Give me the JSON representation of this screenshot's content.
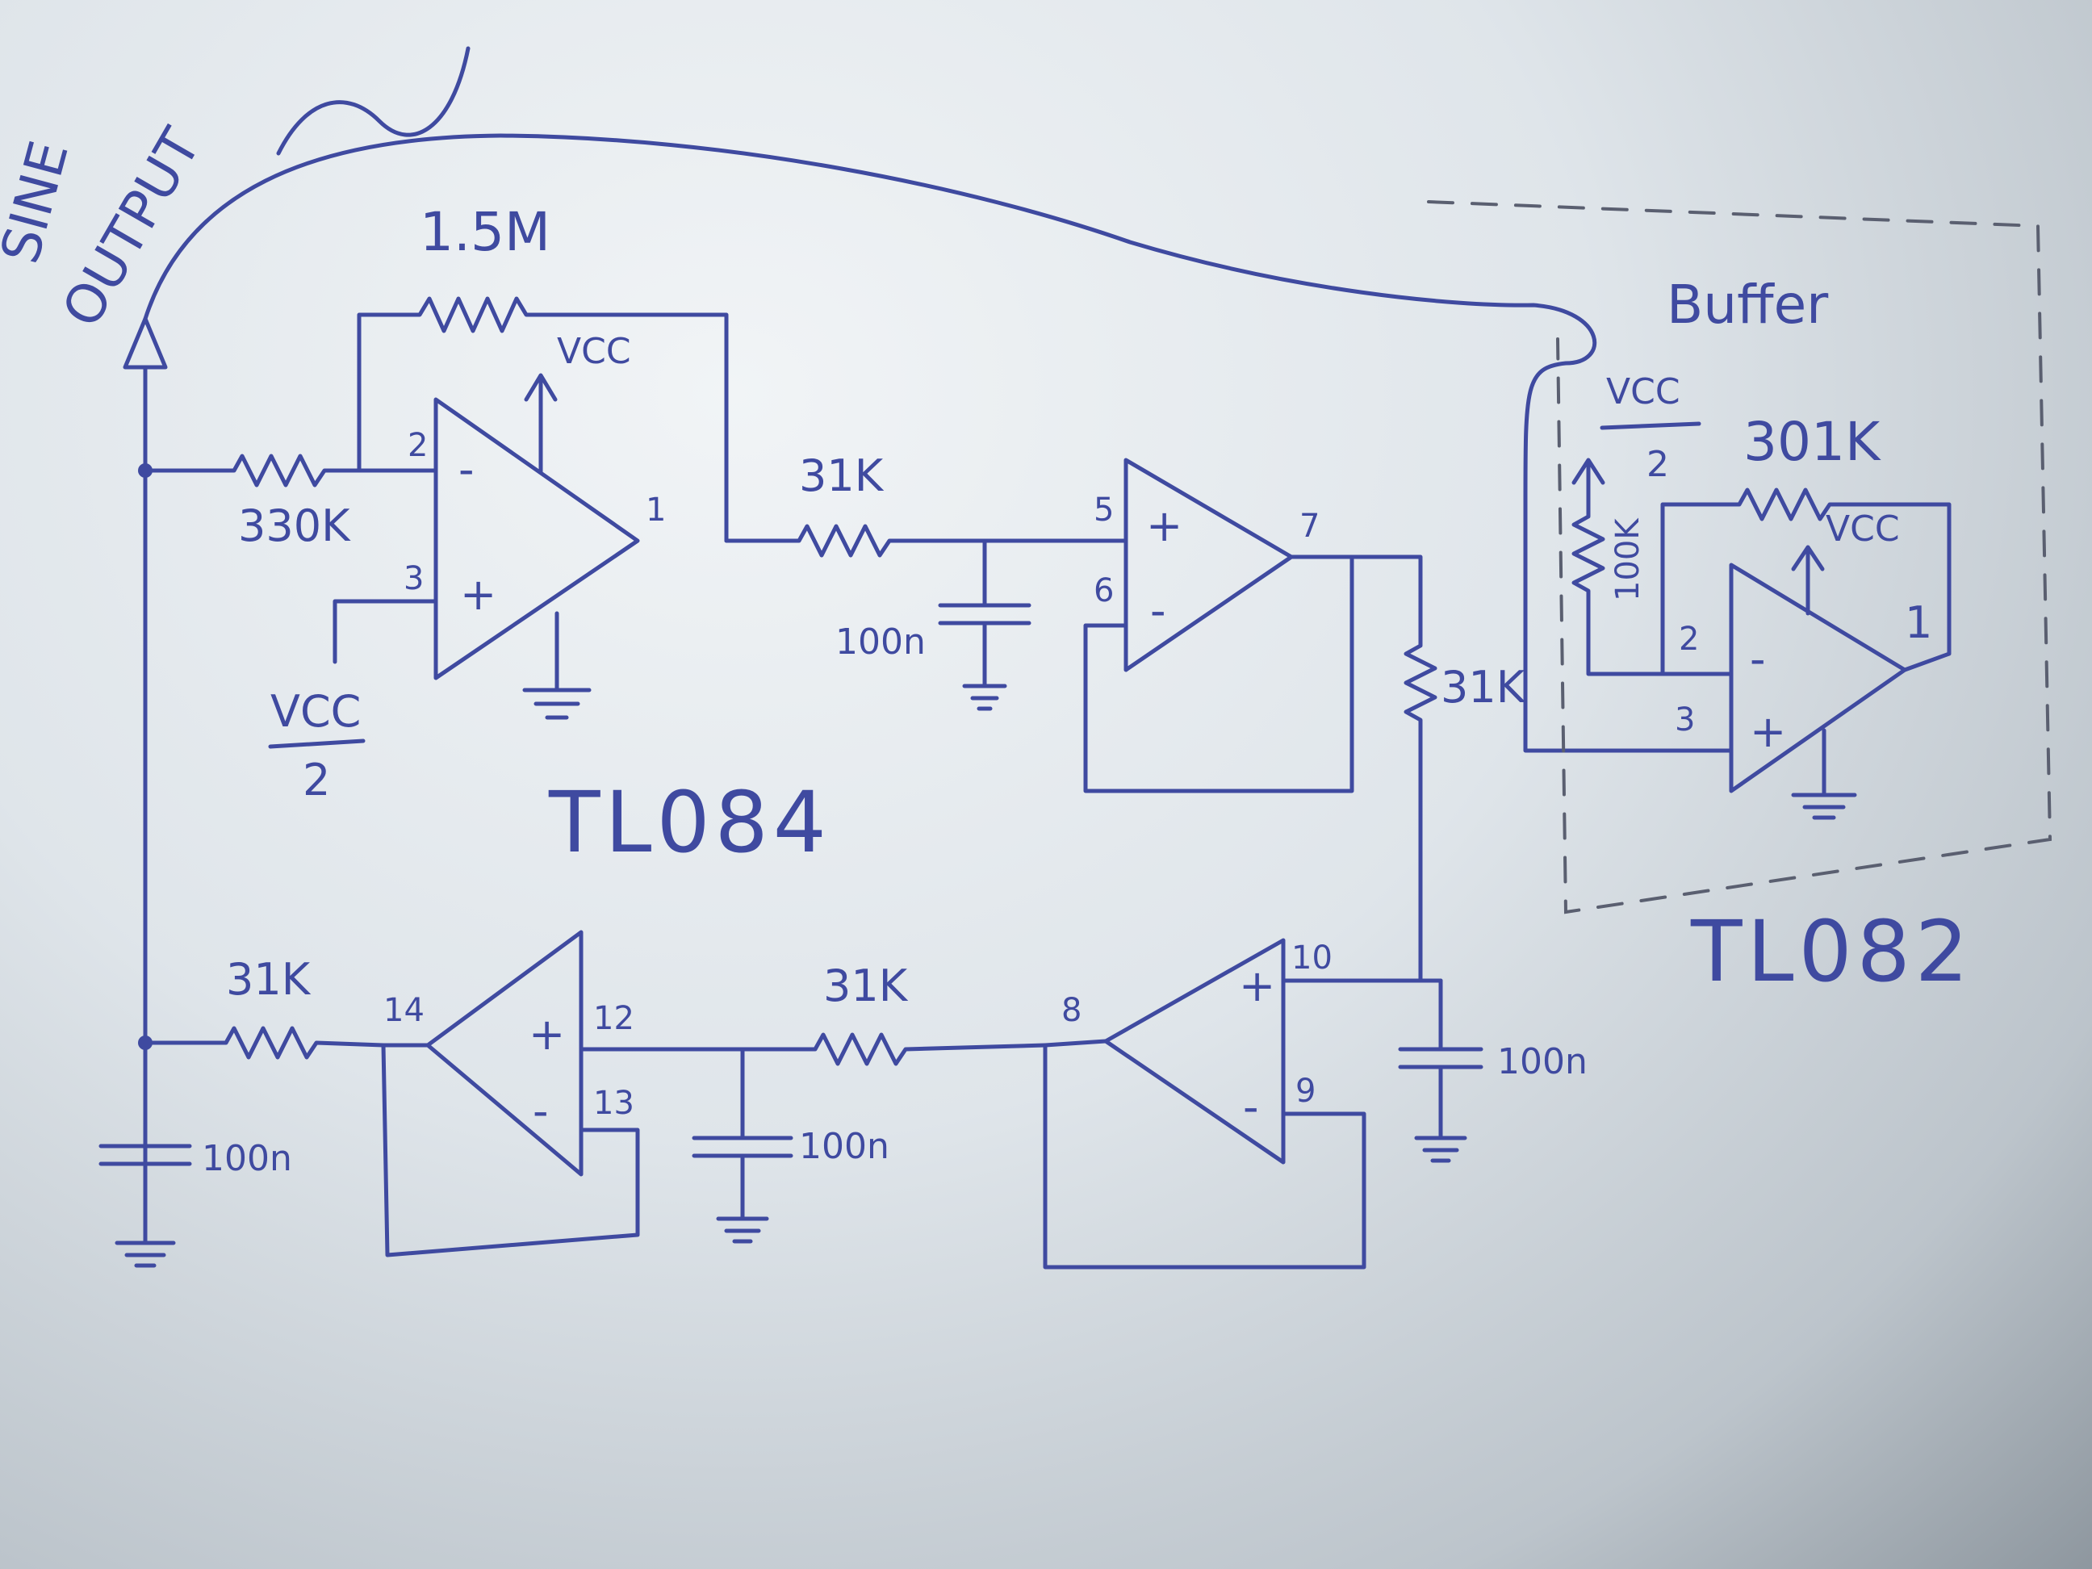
{
  "labels": {
    "output": [
      "SINE",
      "OUTPUT"
    ],
    "chip_main": "TL084",
    "chip_buffer": "TL082",
    "buffer": "Buffer"
  },
  "components": {
    "r_feedback": "1.5M",
    "r_input": "330K",
    "r_stage2": "31K",
    "r_down": "31K",
    "r_stage3": "31K",
    "r_stage4": "31K",
    "r_buffer_fb": "301K",
    "r_buffer_in": "100K",
    "c1": "100n",
    "c2": "100n",
    "c3": "100n",
    "c4": "100n"
  },
  "supply": {
    "vcc": "VCC",
    "vcc_half_num": "VCC",
    "vcc_half_den": "2",
    "buffer_vcc_num": "VCC",
    "buffer_vcc_den": "2"
  },
  "pins": {
    "u1": {
      "inv": "2",
      "noninv": "3",
      "out": "1",
      "minus": "-",
      "plus": "+"
    },
    "u2": {
      "noninv": "5",
      "inv": "6",
      "out": "7",
      "minus": "-",
      "plus": "+"
    },
    "u3": {
      "out": "14",
      "noninv": "12",
      "inv": "13",
      "minus": "-",
      "plus": "+"
    },
    "u4": {
      "out": "8",
      "noninv": "10",
      "inv": "9",
      "minus": "-",
      "plus": "+"
    },
    "ub": {
      "inv": "2",
      "noninv": "3",
      "out": "1",
      "minus": "-",
      "plus": "+"
    }
  }
}
